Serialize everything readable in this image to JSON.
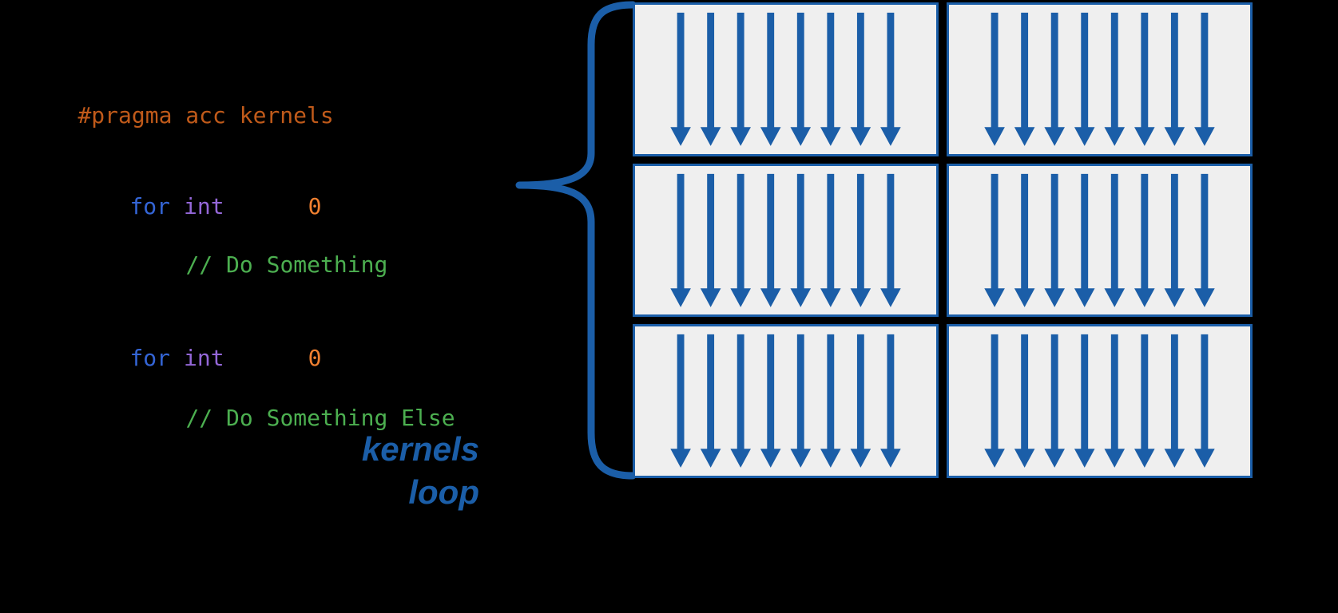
{
  "background": "#000000",
  "code": {
    "pragma": "#pragma acc kernels",
    "loop1": {
      "for_kw": "for",
      "int_kw": "int",
      "init_value": "0",
      "comment": "// Do Something"
    },
    "loop2": {
      "for_kw": "for",
      "int_kw": "int",
      "init_value": "0",
      "comment": "// Do Something Else"
    }
  },
  "annotation": {
    "word1": "kernels",
    "word2": "loop"
  },
  "syntax_colors": {
    "pragma": "#C05A1A",
    "keyword": "#3465D6",
    "type": "#9467D8",
    "number": "#F08030",
    "comment": "#4CAF50"
  },
  "diagram": {
    "rows": 3,
    "cols": 2,
    "arrows_per_panel": 8,
    "colors": {
      "arrow_blue": "#1B5EA8",
      "panel_fill": "#EFEFEF",
      "panel_border": "#1B5EA8",
      "brace_blue": "#1B5EA8",
      "label_blue": "#1B5EA8"
    }
  }
}
